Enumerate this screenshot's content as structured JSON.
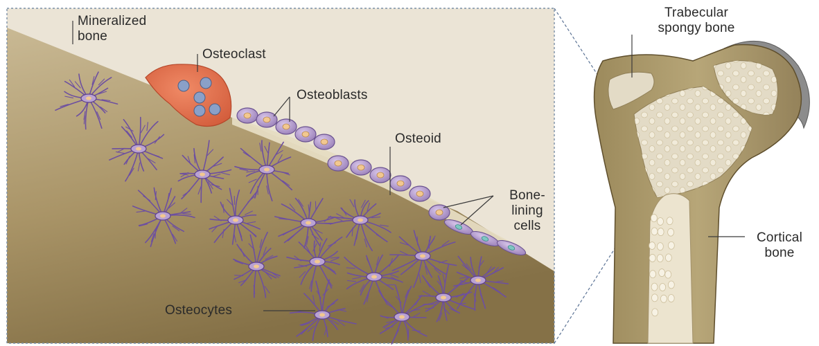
{
  "labels": {
    "mineralized_bone": [
      "Mineralized",
      "bone"
    ],
    "osteoclast": "Osteoclast",
    "osteoblasts": "Osteoblasts",
    "osteoid": "Osteoid",
    "bone_lining_cells": [
      "Bone-",
      "lining",
      "cells"
    ],
    "osteocytes": "Osteocytes",
    "trabecular_spongy_bone": [
      "Trabecular",
      "spongy bone"
    ],
    "cortical_bone": [
      "Cortical",
      "bone"
    ]
  },
  "colors": {
    "background_panel": "#ebe4d6",
    "bone_light": "#c9b994",
    "bone_dark": "#857147",
    "osteoclast": "#e27250",
    "osteoclast_nucleus": "#8aa0c8",
    "cell_body": "#b9a2d2",
    "cell_nucleus": "#f2c890",
    "osteocyte": "#6d4fa0",
    "dashed_frame": "#7a8fa6",
    "cortical": "#b3a273",
    "spongy": "#e3dbc6",
    "cartilage": "#7d7d7d"
  }
}
